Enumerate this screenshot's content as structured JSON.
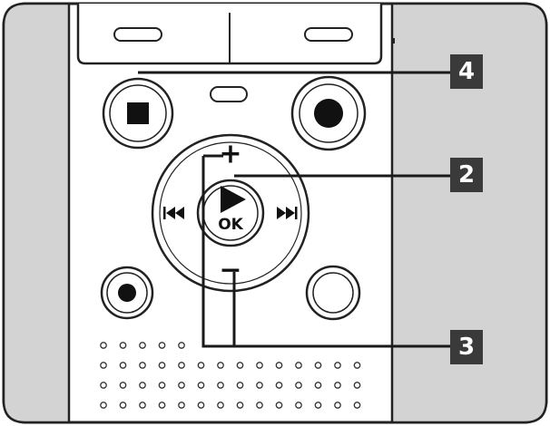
{
  "device": {
    "colors": {
      "body": "#ffffff",
      "side_panel": "#d3d3d3",
      "outline": "#222222",
      "callout_box": "#3a3a3a",
      "callout_text": "#ffffff",
      "leader_line": "#1a1a1a"
    },
    "buttons": {
      "stop": {
        "icon": "stop-square-icon"
      },
      "record": {
        "icon": "record-dot-icon"
      },
      "rewind": {
        "glyph": "◂◂",
        "icon": "rewind-icon"
      },
      "fast_forward": {
        "glyph": "▸▸",
        "icon": "fast-forward-icon"
      },
      "plus": {
        "glyph": "+"
      },
      "minus": {
        "glyph": "−"
      },
      "play": {
        "glyph": "▶",
        "icon": "play-icon"
      },
      "ok": {
        "text": "OK"
      },
      "small_record": {
        "icon": "small-record-dot-icon"
      },
      "blank_button": {
        "icon": "blank-circle-icon"
      }
    }
  },
  "callouts": [
    {
      "number": "4",
      "target": "stop-button"
    },
    {
      "number": "2",
      "target": "play-ok-button"
    },
    {
      "number": "3",
      "target": "plus-minus-buttons"
    }
  ]
}
